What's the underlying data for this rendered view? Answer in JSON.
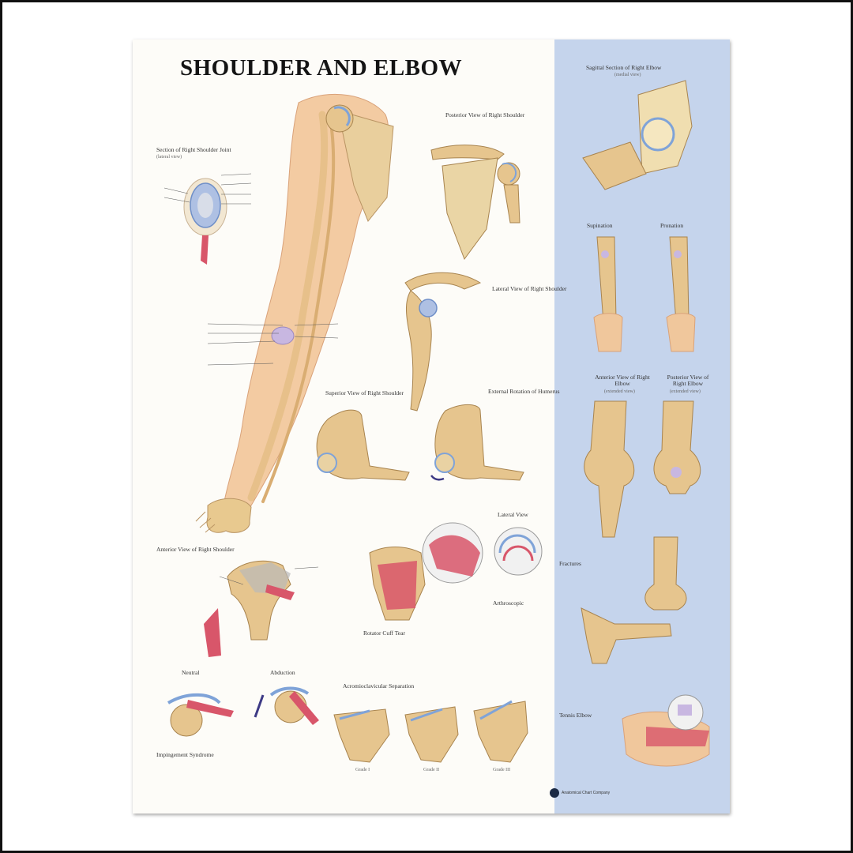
{
  "poster": {
    "title": "SHOULDER AND ELBOW"
  },
  "sections": {
    "shoulder_joint": {
      "title": "Section of Right Shoulder Joint",
      "subtitle": "(lateral view)"
    },
    "posterior_view": {
      "title": "Posterior View of Right Shoulder"
    },
    "lateral_view_shoulder": {
      "title": "Lateral View of Right Shoulder"
    },
    "superior_view": {
      "title": "Superior View of Right Shoulder"
    },
    "external_rotation": {
      "title": "External Rotation of Humerus"
    },
    "anterior_view": {
      "title": "Anterior View of Right Shoulder"
    },
    "lateral_view": {
      "title": "Lateral View"
    },
    "rotator_cuff": {
      "title": "Rotator Cuff Tear"
    },
    "neutral": {
      "title": "Neutral"
    },
    "abduction": {
      "title": "Abduction"
    },
    "impingement": {
      "title": "Impingement Syndrome"
    },
    "ac_separation": {
      "title": "Acromioclavicular Separation",
      "grades": [
        "Grade I",
        "Grade II",
        "Grade III"
      ]
    },
    "sagittal_elbow": {
      "title": "Sagittal Section of Right Elbow",
      "subtitle": "(medial view)"
    },
    "supination": {
      "title": "Supination"
    },
    "pronation": {
      "title": "Pronation"
    },
    "anterior_elbow": {
      "title": "Anterior View of Right Elbow",
      "subtitle": "(extended view)"
    },
    "posterior_elbow": {
      "title": "Posterior View of Right Elbow",
      "subtitle": "(extended view)"
    },
    "fractures": {
      "title": "Fractures"
    },
    "tennis_elbow": {
      "title": "Tennis Elbow"
    },
    "arthroscopic": {
      "title": "Arthroscopic"
    }
  },
  "publisher": "Anatomical Chart Company",
  "colors": {
    "bone": "#e6c58e",
    "skin": "#f0c79c",
    "cartilage": "#7fa3d8",
    "muscle": "#d8566a",
    "panel": "#c5d4ec"
  }
}
